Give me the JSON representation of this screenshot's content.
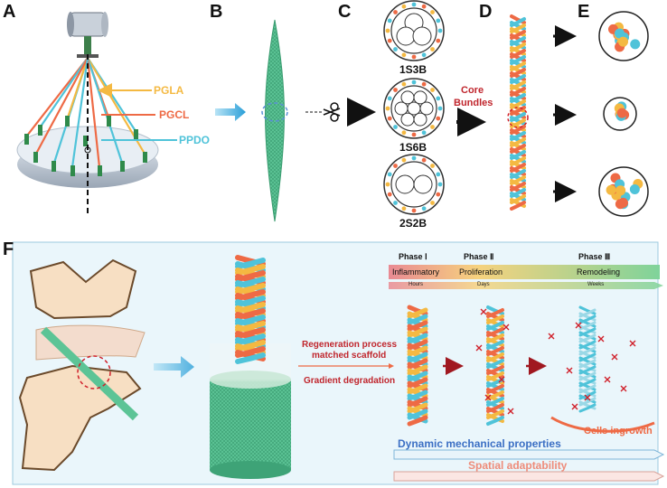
{
  "panels": {
    "a": "A",
    "b": "B",
    "c": "C",
    "d": "D",
    "e": "E",
    "f": "F"
  },
  "panel_a": {
    "fibers": [
      {
        "label": "PGLA",
        "color": "#f4b942"
      },
      {
        "label": "PGCL",
        "color": "#ee6a45"
      },
      {
        "label": "PPDO",
        "color": "#4fc3d9"
      }
    ]
  },
  "panel_c": {
    "configs": [
      "1S3B",
      "1S6B",
      "2S2B"
    ]
  },
  "panel_d": {
    "label_line1": "Core",
    "label_line2": "Bundles"
  },
  "panel_f": {
    "phases": [
      {
        "title": "Phase Ⅰ",
        "name": "Inflammatory",
        "time": "Hours",
        "color": "#e98a93"
      },
      {
        "title": "Phase Ⅱ",
        "name": "Proliferation",
        "time": "Days",
        "color": "#f6d27e"
      },
      {
        "title": "Phase Ⅲ",
        "name": "Remodeling",
        "time": "Weeks",
        "color": "#7fd39a"
      }
    ],
    "process_line1": "Regeneration process",
    "process_line2": "matched scaffold",
    "gradient": "Gradient degradation",
    "cells": "Cells ingrowth",
    "dynamic": "Dynamic mechanical properties",
    "spatial": "Spatial adaptability"
  },
  "colors": {
    "orange": "#ee6a45",
    "cyan": "#4fc3d9",
    "yellow": "#f4b942",
    "green": "#5fbf8a",
    "red_text": "#c0262d",
    "blue_text": "#3b6fc4",
    "panel_bg": "#eaf6fb",
    "bone": "#f7dfc3"
  }
}
